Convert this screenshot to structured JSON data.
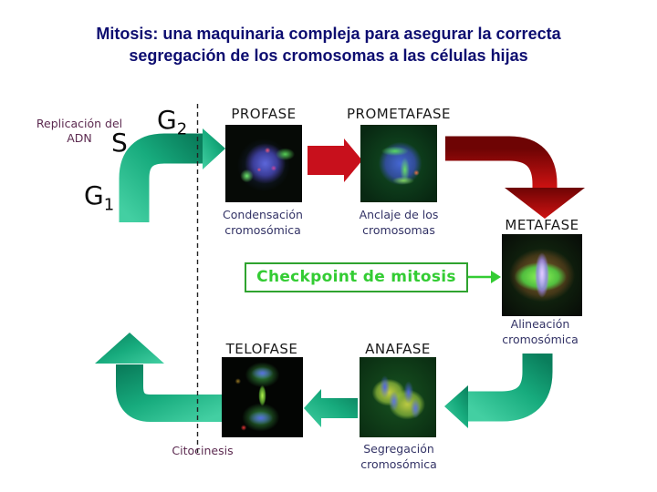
{
  "title": {
    "line1": "Mitosis: una maquinaria compleja para asegurar la correcta",
    "line2": "segregación de los cromosomas a las células hijas"
  },
  "interphase": {
    "replication_label": "Replicación del ADN",
    "s_label": "S",
    "g2_base": "G",
    "g2_sub": "2",
    "g1_base": "G",
    "g1_sub": "1",
    "cytokinesis_label": "Citocinesis"
  },
  "phases": [
    {
      "name": "PROFASE",
      "caption": "Condensación cromosómica"
    },
    {
      "name": "PROMETAFASE",
      "caption": "Anclaje de los cromosomas"
    },
    {
      "name": "METAFASE",
      "caption": "Alineación cromosómica"
    },
    {
      "name": "ANAFASE",
      "caption": "Segregación cromosómica"
    },
    {
      "name": "TELOFASE",
      "caption": ""
    }
  ],
  "checkpoint": {
    "label": "Checkpoint de mitosis"
  },
  "colors": {
    "title_text": "#0d0d70",
    "phase_name": "#1a1a1a",
    "phase_caption": "#333366",
    "interphase_label": "#5c2a50",
    "checkpoint_green": "#33cc33",
    "checkpoint_border": "#2fa32f",
    "arrow_teal_light": "#43cfa2",
    "arrow_teal_mid": "#17ab7d",
    "arrow_teal_dark": "#0a7e5c",
    "arrow_red_small": "#c8101c",
    "arrow_red_dark": "#6e0404",
    "arrow_red_bright": "#cf1212"
  }
}
